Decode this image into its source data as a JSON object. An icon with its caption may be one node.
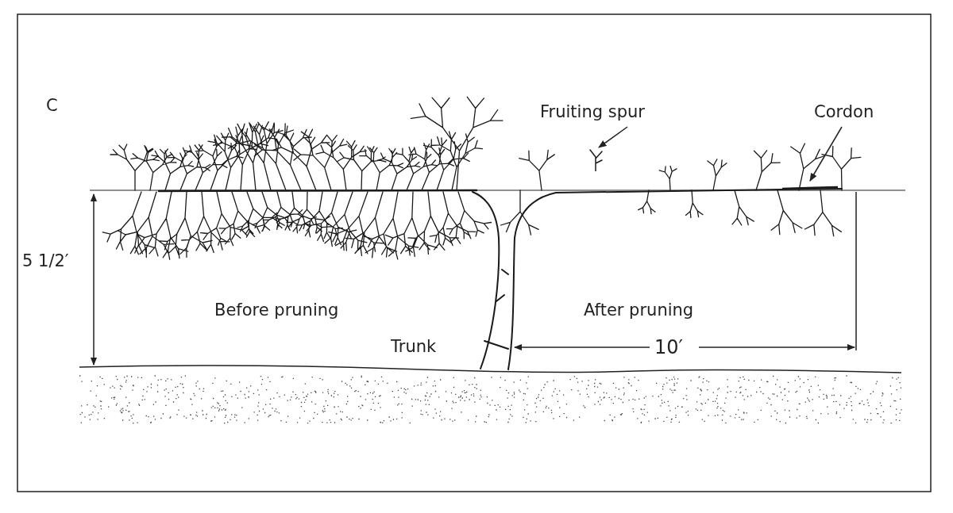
{
  "diagram": {
    "nodes": [
      {
        "text": [
          "Fruiting spur"
        ]
      },
      {
        "text": [],
        "shape": "picture"
      },
      {
        "text": [
          "Cordon"
        ]
      },
      {
        "text": [],
        "shape": "picture"
      }
    ],
    "edges": [
      {
        "from": 0,
        "to": 1,
        "arrow": "to"
      },
      {
        "from": 2,
        "to": 3,
        "arrow": "to"
      }
    ],
    "labels": [
      "C",
      "5 1/2′",
      "Before pruning",
      "After pruning",
      "Trunk",
      "10′"
    ]
  }
}
